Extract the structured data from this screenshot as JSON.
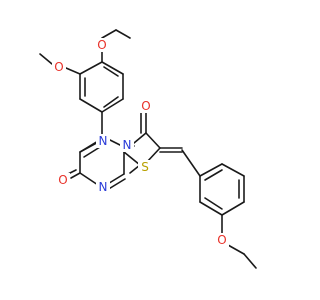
{
  "molecule": {
    "atoms": {
      "o_methoxy_top": "O",
      "o_methoxy_left": "O",
      "n_triazine_1": "N",
      "n_bridge": "N",
      "o_carbonyl_right": "O",
      "s_thiazole": "S",
      "o_carbonyl_left": "O",
      "n_triazine_2": "N",
      "o_ethoxy": "O"
    },
    "colors": {
      "bond": "#1a1a1a",
      "oxygen": "#e8322a",
      "nitrogen": "#2a3bd8",
      "sulfur": "#b8a000"
    }
  }
}
